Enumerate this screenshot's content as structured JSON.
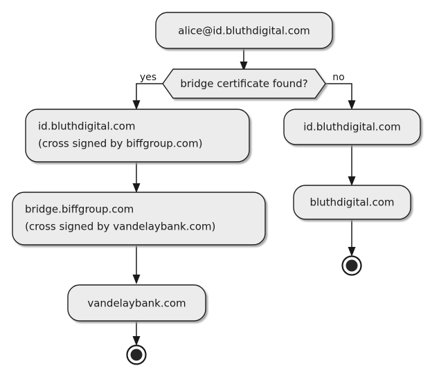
{
  "diagram": {
    "type": "activity-diagram",
    "background_color": "#ffffff",
    "node_fill_color": "#ECECEC",
    "node_border_color": "#1A1A1A",
    "edge_color": "#1A1A1A",
    "text_color": "#1A1A1A",
    "nodes": {
      "start": {
        "label": "alice@id.bluthdigital.com"
      },
      "decision": {
        "label": "bridge certificate found?"
      },
      "yes_branch_label": "yes",
      "no_branch_label": "no",
      "yes_step1_line1": "id.bluthdigital.com",
      "yes_step1_line2": "(cross signed by biffgroup.com)",
      "yes_step2_line1": "bridge.biffgroup.com",
      "yes_step2_line2": "(cross signed by vandelaybank.com)",
      "yes_step3": "vandelaybank.com",
      "no_step1": "id.bluthdigital.com",
      "no_step2": "bluthdigital.com",
      "final_left": "final-state",
      "final_right": "final-state"
    }
  }
}
